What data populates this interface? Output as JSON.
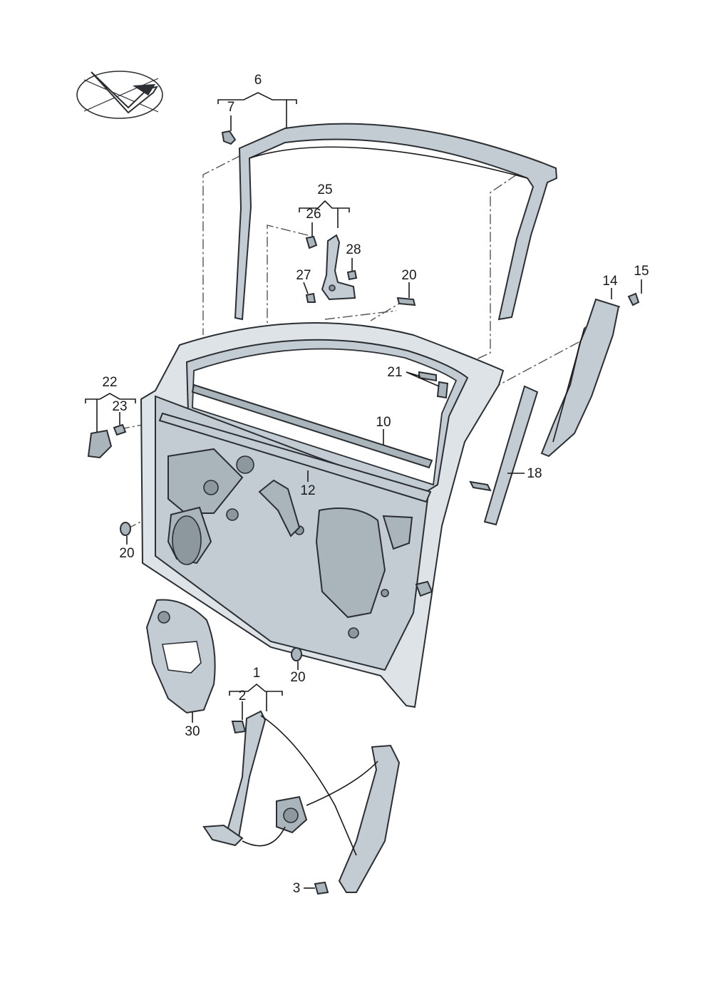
{
  "callouts": [
    {
      "id": "c6",
      "text": "6"
    },
    {
      "id": "c7",
      "text": "7"
    },
    {
      "id": "c25",
      "text": "25"
    },
    {
      "id": "c26",
      "text": "26"
    },
    {
      "id": "c28",
      "text": "28"
    },
    {
      "id": "c27",
      "text": "27"
    },
    {
      "id": "c20a",
      "text": "20"
    },
    {
      "id": "c14",
      "text": "14"
    },
    {
      "id": "c15",
      "text": "15"
    },
    {
      "id": "c21",
      "text": "21"
    },
    {
      "id": "c22",
      "text": "22"
    },
    {
      "id": "c23",
      "text": "23"
    },
    {
      "id": "c10",
      "text": "10"
    },
    {
      "id": "c12",
      "text": "12"
    },
    {
      "id": "c18",
      "text": "18"
    },
    {
      "id": "c20b",
      "text": "20"
    },
    {
      "id": "c20c",
      "text": "20"
    },
    {
      "id": "c1",
      "text": "1"
    },
    {
      "id": "c2",
      "text": "2"
    },
    {
      "id": "c30",
      "text": "30"
    },
    {
      "id": "c3",
      "text": "3"
    }
  ],
  "colors": {
    "part_fill": "#c3ccd2",
    "part_dark": "#a9b4bb",
    "outline": "#2b2f33",
    "text": "#1a1a1a"
  },
  "icons": [
    "orientation-arrow-icon"
  ]
}
